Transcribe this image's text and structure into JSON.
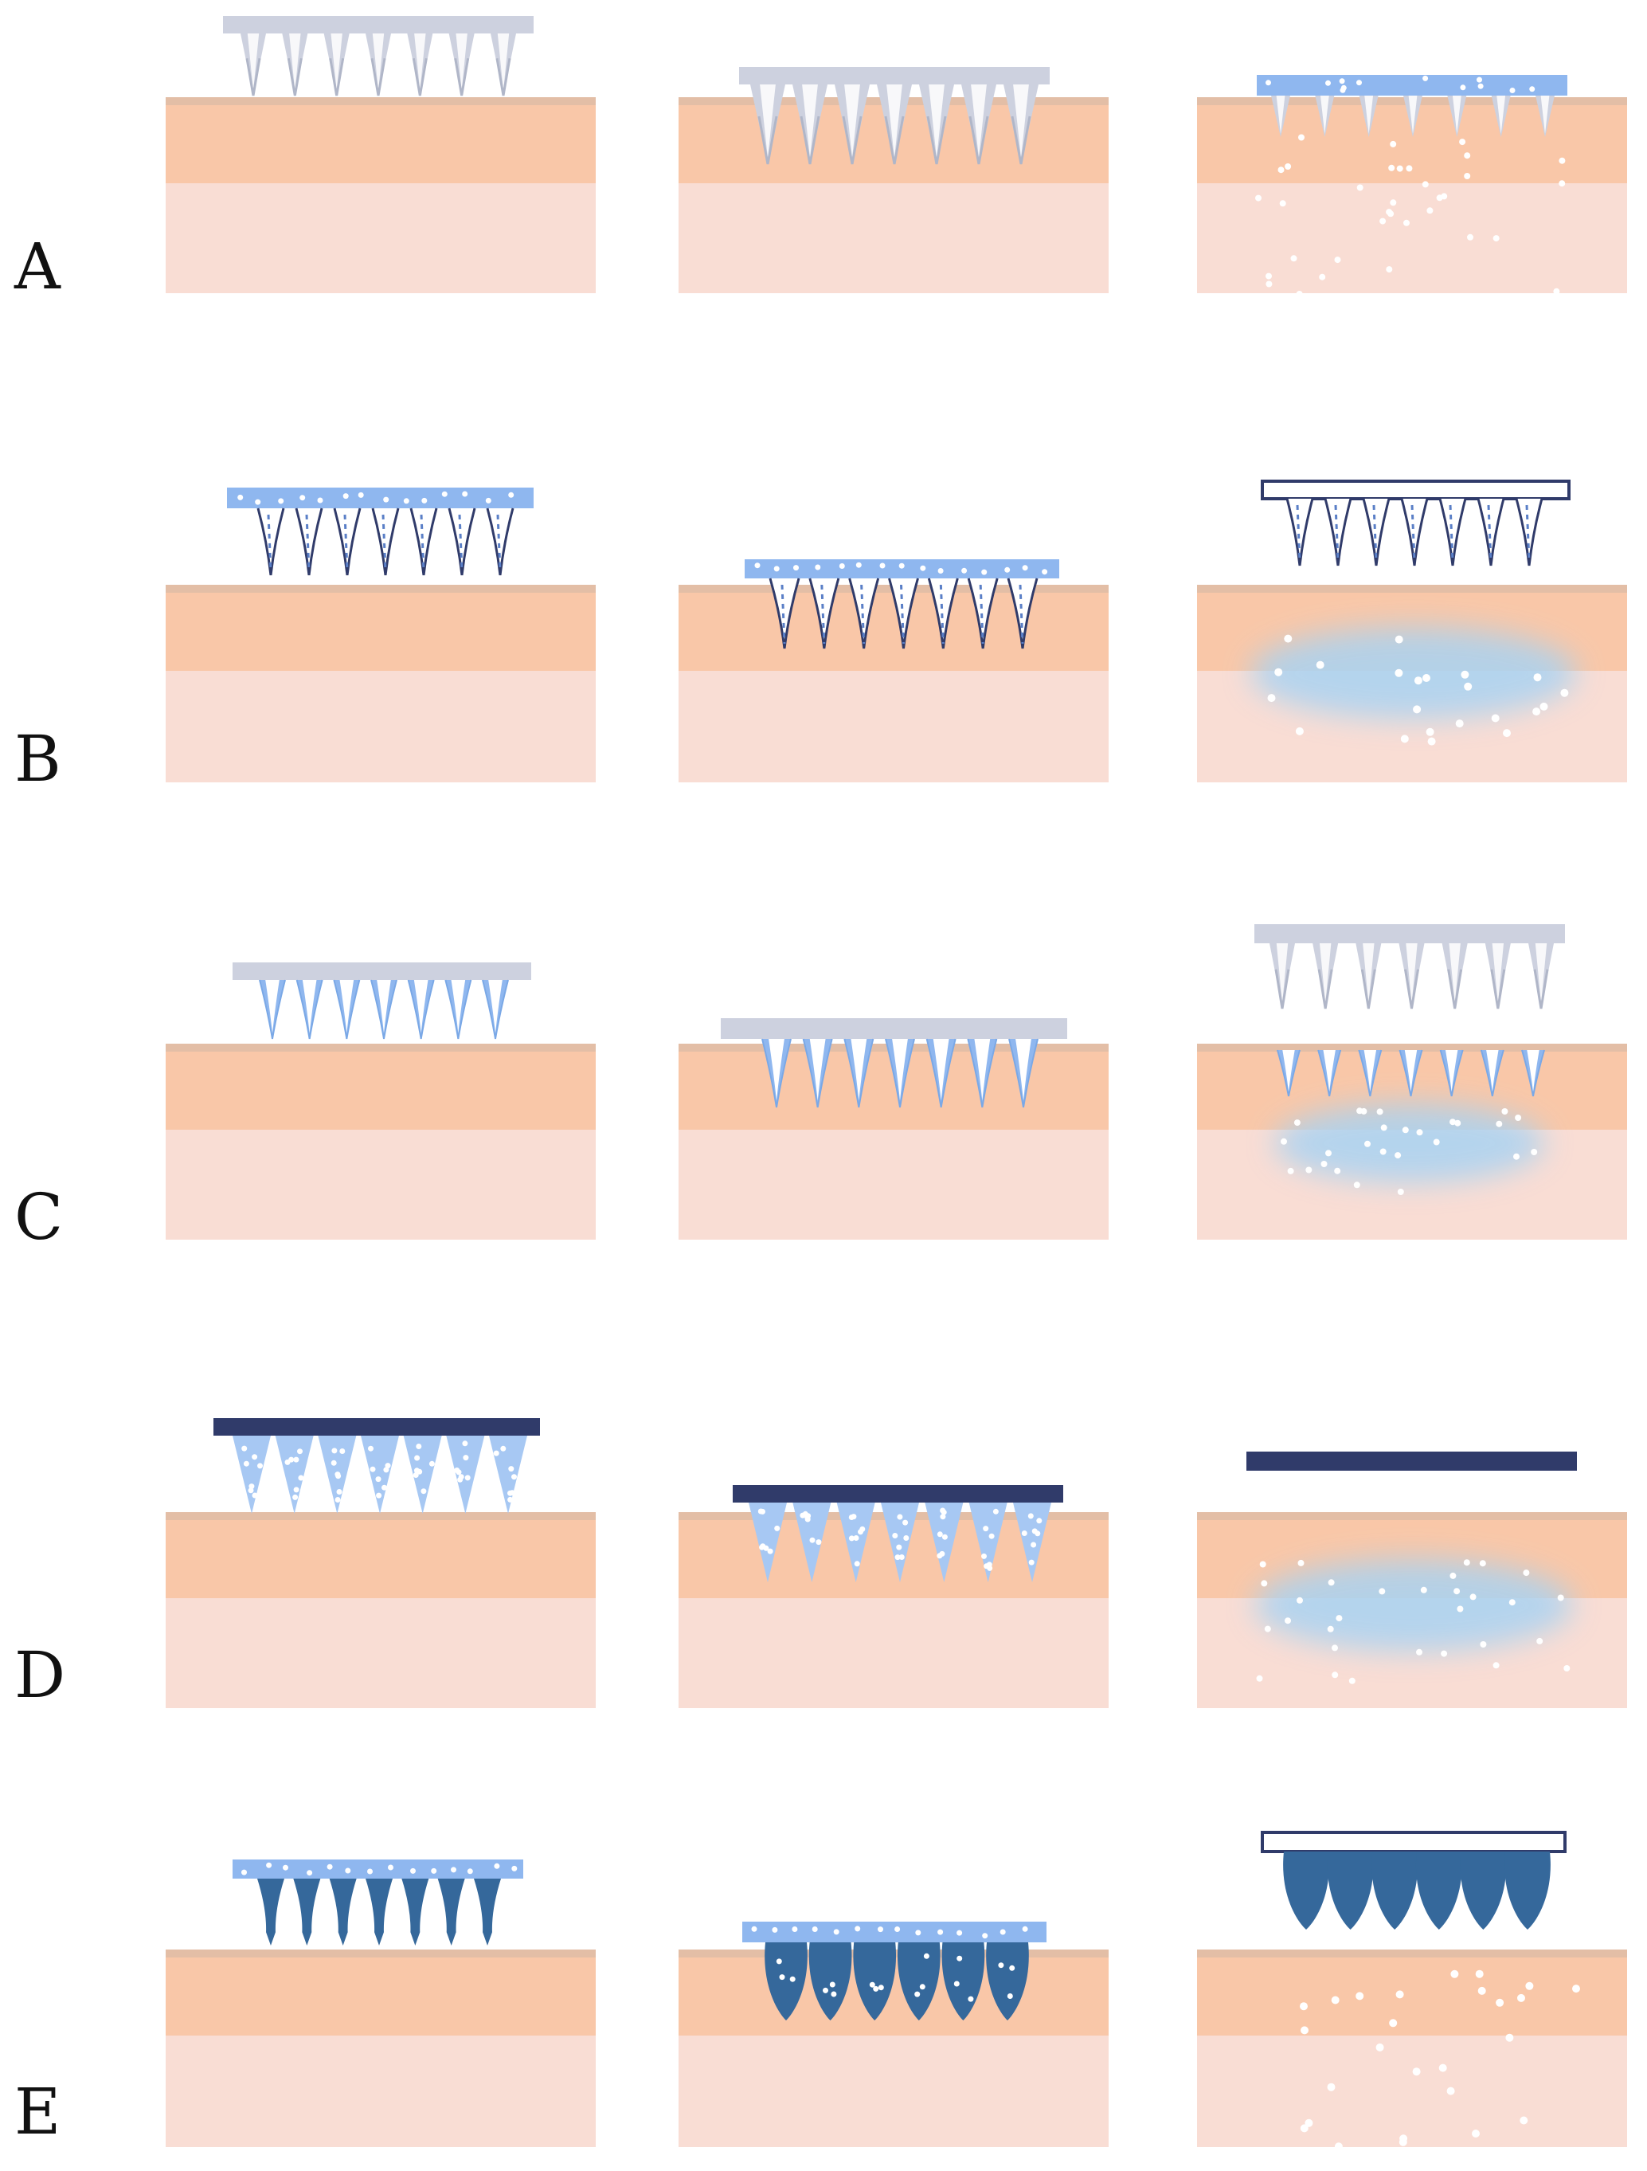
{
  "rows": [
    {
      "label": "A",
      "method": "solid"
    },
    {
      "label": "B",
      "method": "coated"
    },
    {
      "label": "C",
      "method": "hollow"
    },
    {
      "label": "D",
      "method": "dissolving"
    },
    {
      "label": "E",
      "method": "hydrogel"
    }
  ],
  "stages": [
    "before-insertion",
    "inserted",
    "after-removal"
  ],
  "legend_colors": {
    "epidermis": "#f9c7a8",
    "epidermis_top_line": "#e3bea6",
    "dermis": "#f9ddd4",
    "steel_needle": "#cdd1df",
    "drug_light_blue": "#8fb7ef",
    "drug_cloud": "#a9d3f2",
    "dark_navy": "#303b6a",
    "hydrogel_blue": "#35689b",
    "particle": "#ffffff"
  }
}
